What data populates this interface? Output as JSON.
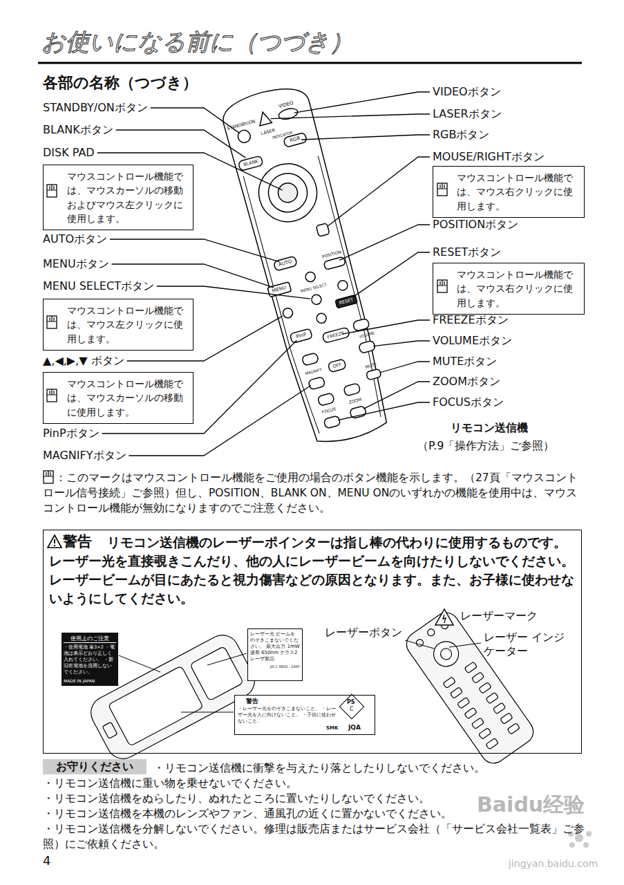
{
  "diagram": {
    "title": "お使いになる前に（つづき）",
    "nodes": [
      {
        "text": [
          "マウスコントロール機能では、マウスカーソルの移動およびマウス左クリックに使用します。"
        ]
      },
      {
        "text": [
          "マウスコントロール機能では、マウス右クリックに使用します。"
        ]
      },
      {
        "text": [
          "マウスコントロール機能では、マウス右クリックに使用します。"
        ]
      },
      {
        "text": [
          "マウスコントロール機能では、マウス左クリックに使用します。"
        ]
      },
      {
        "text": [
          "マウスコントロール機能では、マウスカーソルの移動に使用します。"
        ]
      },
      {
        "text": [
          "警告",
          "リモコン送信機のレーザーポインターは指し棒の代わりに使用するものです。レーザー光を直接覗きこんだり、他の人にレーザービームを向けたりしないでください。レーザービームが目にあたると視力傷害などの原因となります。また、お子様に使わせないようにしてください。"
        ]
      },
      {
        "text": [
          "使用上のご注意",
          "・使用電池 単3×2 ・電池は表示どおり正しく入れてください。 ・新旧乾電池を混用しないでください。",
          "MADE IN JAPAN"
        ],
        "in": 5
      },
      {
        "text": [
          "レーザー光 ビームをのぞきこまないでください。 最大出力 1mW 波長 650nm クラス2レーザ製品",
          "JIS C 6802 : 1997"
        ],
        "in": 5
      },
      {
        "text": [
          "警告",
          "・レーザー光をのぞきこまないこと。 ・レーザー光を人に向けないこと。 ・子供に使わせないこと。",
          "PS",
          "C",
          "SMK",
          "JQA"
        ],
        "in": 5
      },
      {
        "text": [
          "お守りください"
        ]
      }
    ],
    "labels": [
      "各部の名称（つづき）",
      "STANDBY/ONボタン",
      "BLANKボタン",
      "DISK PAD",
      "AUTOボタン",
      "MENUボタン",
      "MENU SELECTボタン",
      "▲,◀,▶,▼ ボタン",
      "PinPボタン",
      "MAGNIFYボタン",
      "VIDEOボタン",
      "LASERボタン",
      "RGBボタン",
      "MOUSE/RIGHTボタン",
      "POSITIONボタン",
      "RESETボタン",
      "FREEZEボタン",
      "VOLUMEボタン",
      "MUTEボタン",
      "ZOOMボタン",
      "FOCUSボタン",
      "リモコン送信機",
      "（P.9「操作方法」ご参照）",
      "：このマークはマウスコントロール機能をご使用の場合のボタン機能を示します。（27頁「マウスコントロール信号接続」ご参照）但し、POSITION、BLANK ON、MENU ONのいずれかの機能を使用中は、マウスコントロール機能が無効になりますのでご注意ください。",
      "レーザーマーク",
      "レーザーボタン",
      "レーザー インジケーター",
      "・リモコン送信機に衝撃を与えたり落としたりしないでください。",
      "・リモコン送信機に重い物を乗せないでください。",
      "・リモコン送信機をぬらしたり、ぬれたところに置いたりしないでください。",
      "・リモコン送信機を本機のレンズやファン、通風孔の近くに置かないでください。",
      "・リモコン送信機を分解しないでください。修理は販売店またはサービス会社（「サービス会社一覧表」ご参照）にご依頼ください。",
      "4",
      "Baidu经验",
      "jingyan.baidu.com",
      "STANDBY/ON",
      "LASER",
      "VIDEO",
      "INDICATOR",
      "RGB",
      "BLANK",
      "AUTO",
      "POSITION",
      "MENU",
      "MENU SELECT",
      "RESET",
      "PinP",
      "FREEZE",
      "VOLUME",
      "MAGNIFY",
      "OFF",
      "MUTE",
      "ZOOM",
      "FOCUS"
    ]
  }
}
